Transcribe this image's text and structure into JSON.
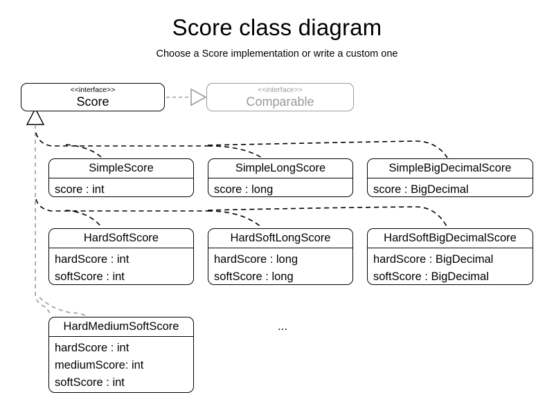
{
  "page": {
    "title": "Score class diagram",
    "subtitle": "Choose a Score implementation or write a custom one",
    "ellipsis": "...",
    "background_color": "#ffffff",
    "line_color": "#000000",
    "muted_color": "#9a9a9a"
  },
  "interfaces": [
    {
      "stereotype": "<<interface>>",
      "name": "Score",
      "muted": false
    },
    {
      "stereotype": "<<interface>>",
      "name": "Comparable",
      "muted": true
    }
  ],
  "classes": [
    {
      "name": "SimpleScore",
      "attributes": [
        "score : int"
      ]
    },
    {
      "name": "SimpleLongScore",
      "attributes": [
        "score : long"
      ]
    },
    {
      "name": "SimpleBigDecimalScore",
      "attributes": [
        "score : BigDecimal"
      ]
    },
    {
      "name": "HardSoftScore",
      "attributes": [
        "hardScore : int",
        "softScore : int"
      ]
    },
    {
      "name": "HardSoftLongScore",
      "attributes": [
        "hardScore : long",
        "softScore : long"
      ]
    },
    {
      "name": "HardSoftBigDecimalScore",
      "attributes": [
        "hardScore : BigDecimal",
        "softScore : BigDecimal"
      ]
    },
    {
      "name": "HardMediumSoftScore",
      "attributes": [
        "hardScore : int",
        "mediumScore: int",
        "softScore : int"
      ]
    }
  ],
  "relationships": [
    {
      "type": "realization",
      "from": "Score",
      "to": "Comparable"
    },
    {
      "type": "generalization",
      "from": "SimpleScore",
      "to": "Score"
    },
    {
      "type": "generalization",
      "from": "SimpleLongScore",
      "to": "Score"
    },
    {
      "type": "generalization",
      "from": "SimpleBigDecimalScore",
      "to": "Score"
    },
    {
      "type": "generalization",
      "from": "HardSoftScore",
      "to": "Score"
    },
    {
      "type": "generalization",
      "from": "HardSoftLongScore",
      "to": "Score"
    },
    {
      "type": "generalization",
      "from": "HardSoftBigDecimalScore",
      "to": "Score"
    },
    {
      "type": "generalization",
      "from": "HardMediumSoftScore",
      "to": "Score"
    }
  ]
}
